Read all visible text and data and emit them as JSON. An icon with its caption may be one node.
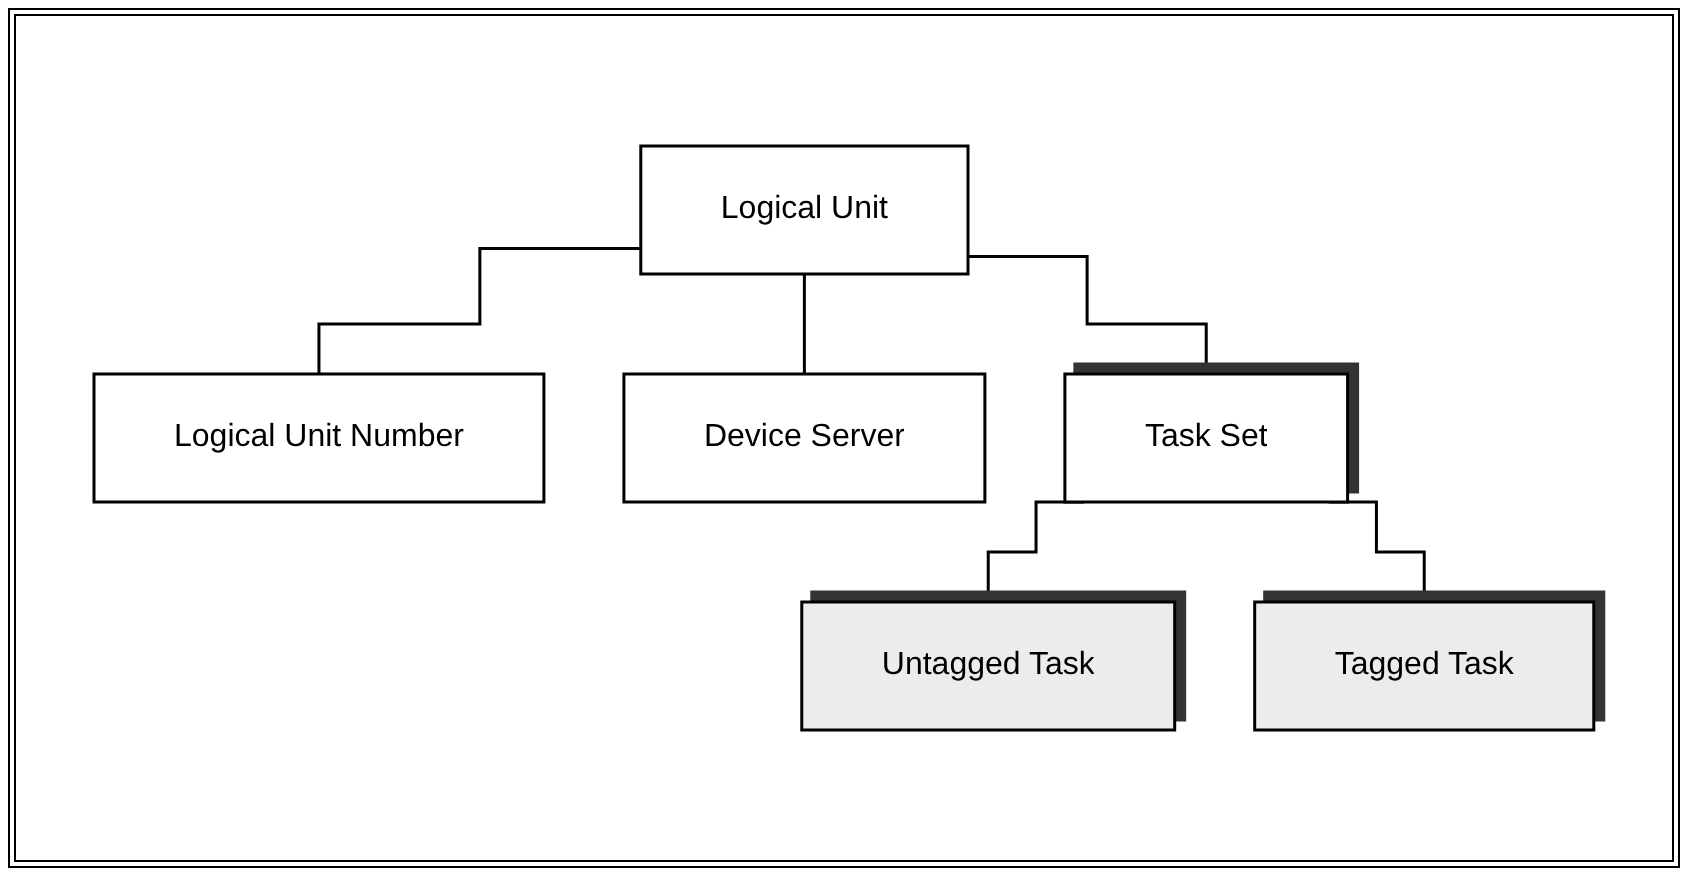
{
  "diagram": {
    "nodes": [
      {
        "text": [
          "Logical Unit"
        ]
      },
      {
        "text": [
          "Logical Unit Number"
        ]
      },
      {
        "text": [
          "Device Server"
        ]
      },
      {
        "text": [
          "Task Set"
        ]
      },
      {
        "text": [
          "Untagged Task"
        ]
      },
      {
        "text": [
          "Tagged Task"
        ]
      }
    ],
    "edges": [
      {
        "from": 0,
        "to": 1,
        "arrow": "none"
      },
      {
        "from": 0,
        "to": 2,
        "arrow": "none"
      },
      {
        "from": 0,
        "to": 3,
        "arrow": "none"
      },
      {
        "from": 3,
        "to": 4,
        "arrow": "none"
      },
      {
        "from": 3,
        "to": 5,
        "arrow": "none"
      }
    ]
  }
}
